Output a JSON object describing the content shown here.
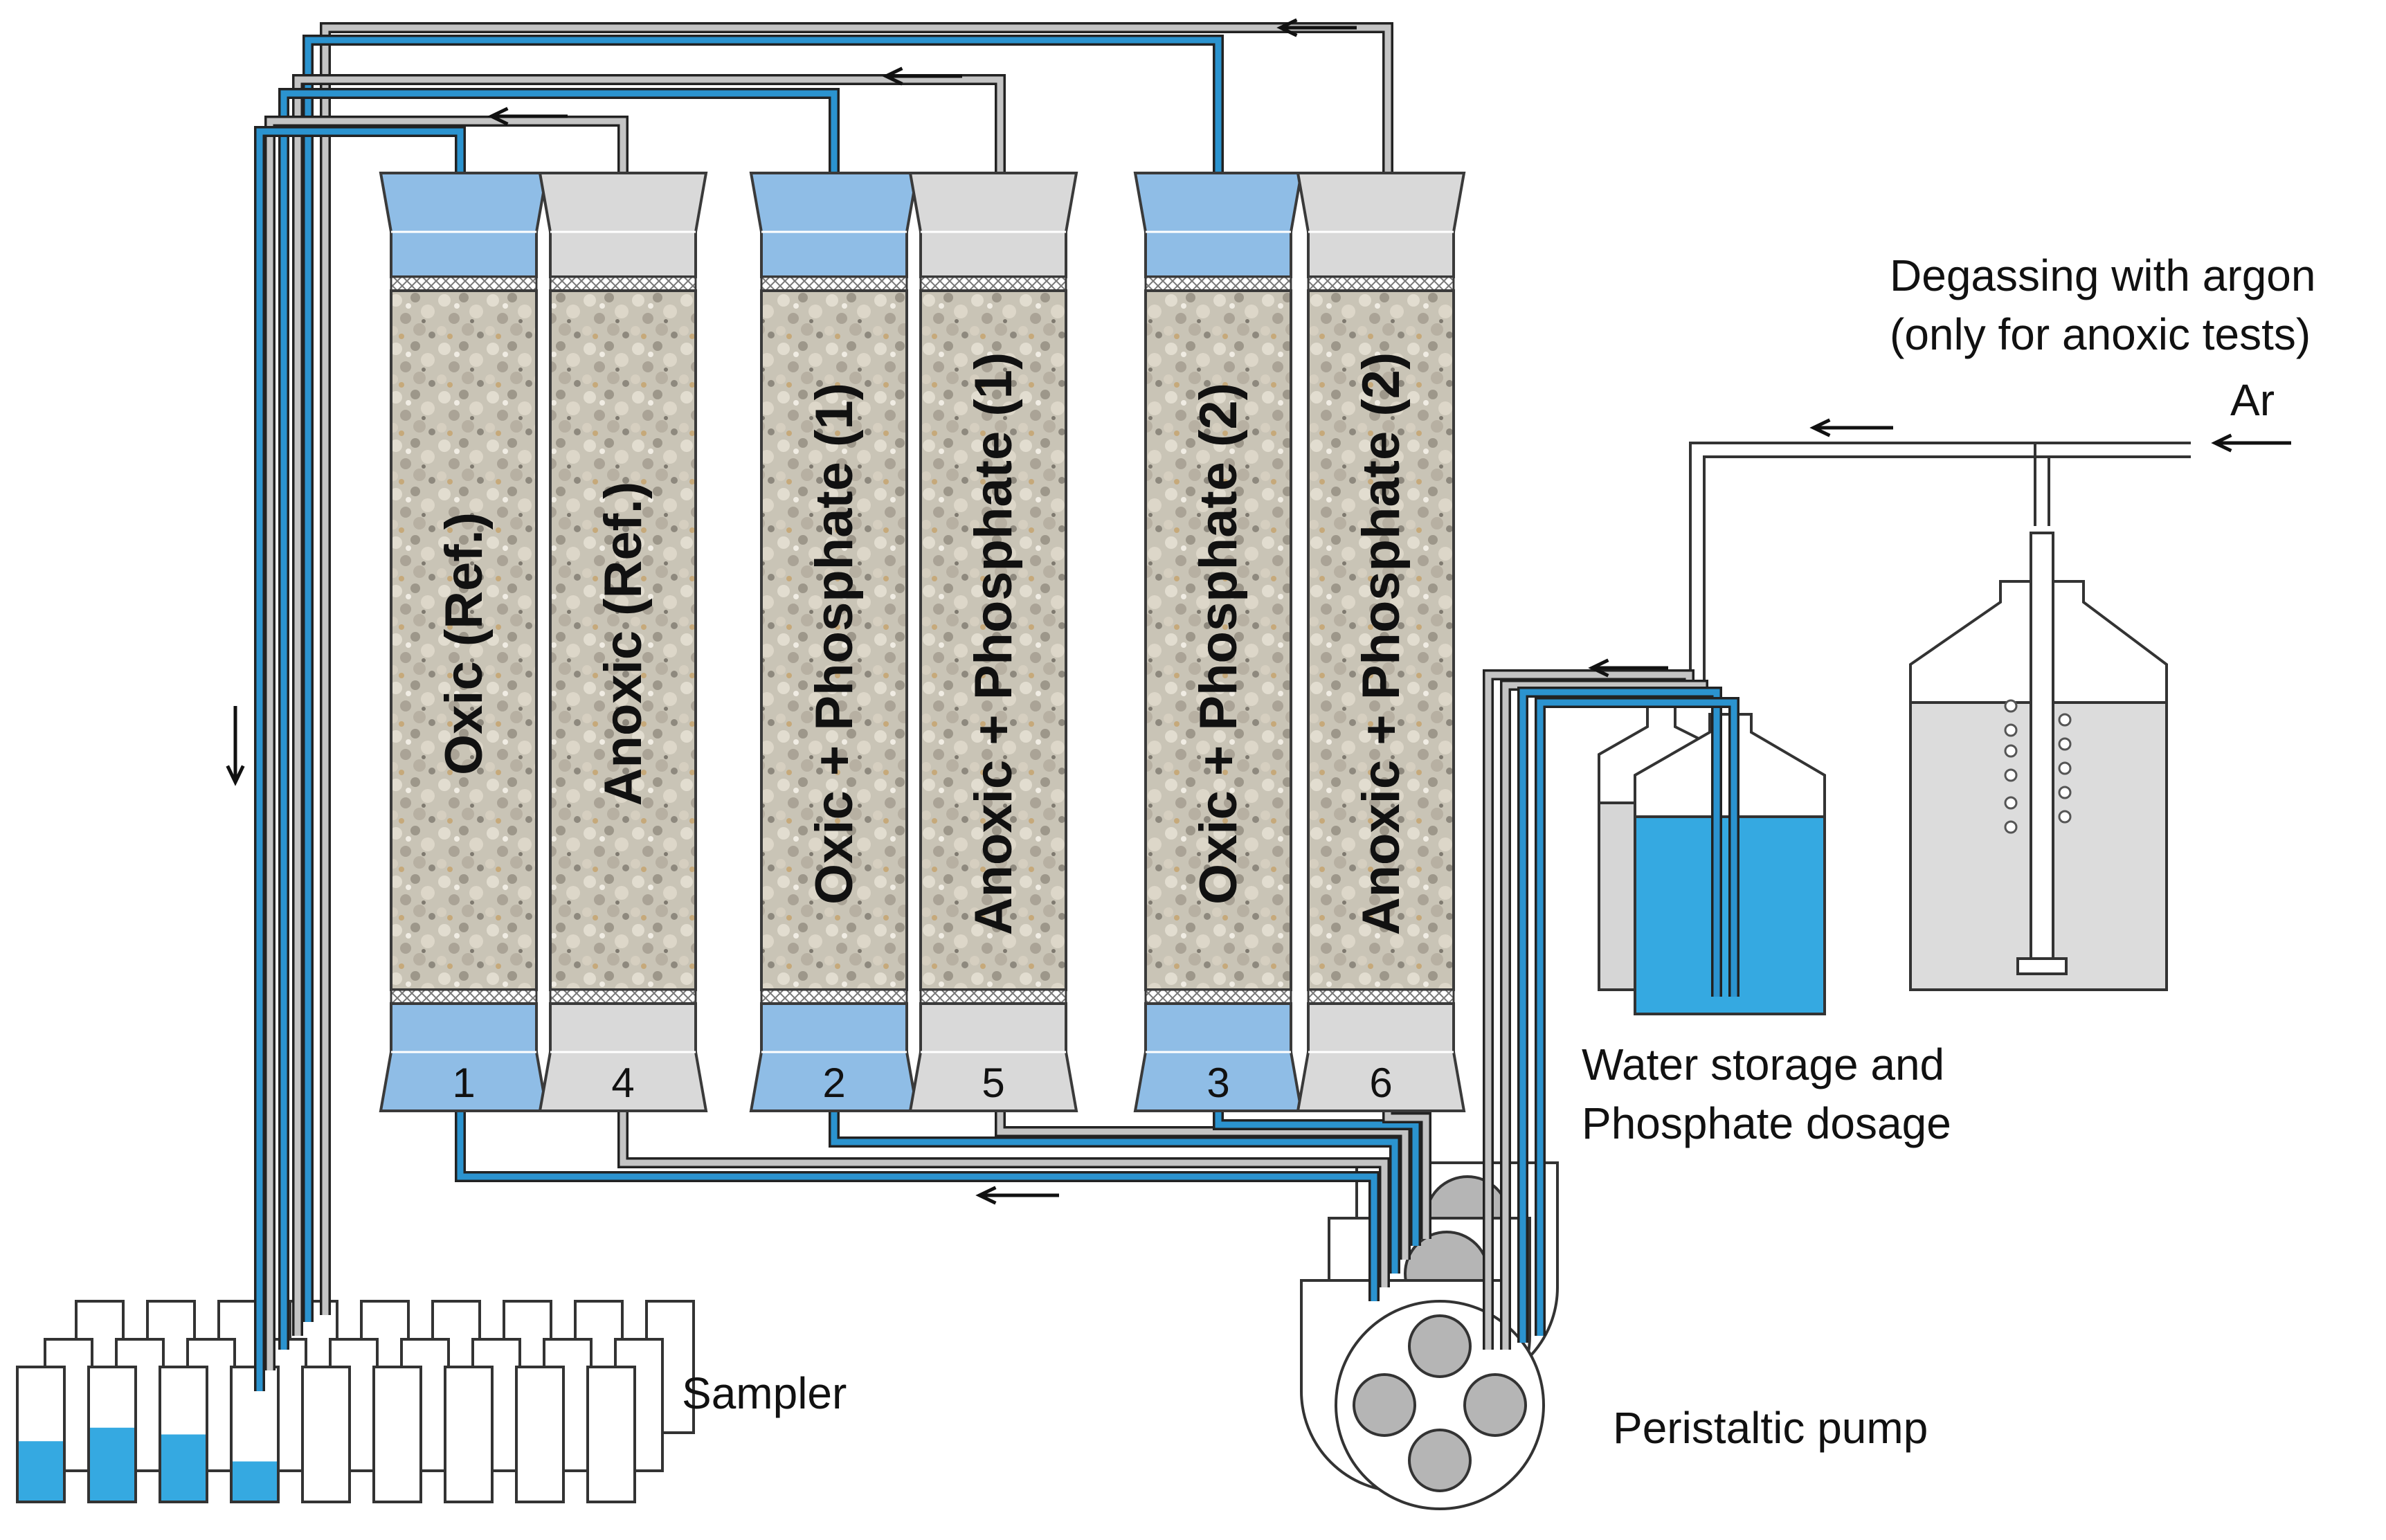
{
  "colors": {
    "oxic": "#8fbde6",
    "anoxic": "#d9d9d9",
    "water": "#35a9e1",
    "tube_blue": "#2b93cf",
    "tube_grey": "#c4c4c4",
    "outline": "#3a3a3a"
  },
  "columns": [
    {
      "label": "Oxic (Ref.)",
      "number": "1",
      "type": "oxic"
    },
    {
      "label": "Anoxic (Ref.)",
      "number": "4",
      "type": "anoxic"
    },
    {
      "label": "Oxic + Phosphate (1)",
      "number": "2",
      "type": "oxic"
    },
    {
      "label": "Anoxic + Phosphate (1)",
      "number": "5",
      "type": "anoxic"
    },
    {
      "label": "Oxic + Phosphate (2)",
      "number": "3",
      "type": "oxic"
    },
    {
      "label": "Anoxic + Phosphate (2)",
      "number": "6",
      "type": "anoxic"
    }
  ],
  "labels": {
    "degassing_line1": "Degassing with argon",
    "degassing_line2": "(only for anoxic tests)",
    "argon": "Ar",
    "water_storage_line1": "Water storage and",
    "water_storage_line2": "Phosphate dosage",
    "sampler": "Sampler",
    "pump": "Peristaltic pump"
  },
  "icons": {
    "arrows": "flow-direction-arrow-icon",
    "bubbles": "gas-bubble-icon"
  }
}
